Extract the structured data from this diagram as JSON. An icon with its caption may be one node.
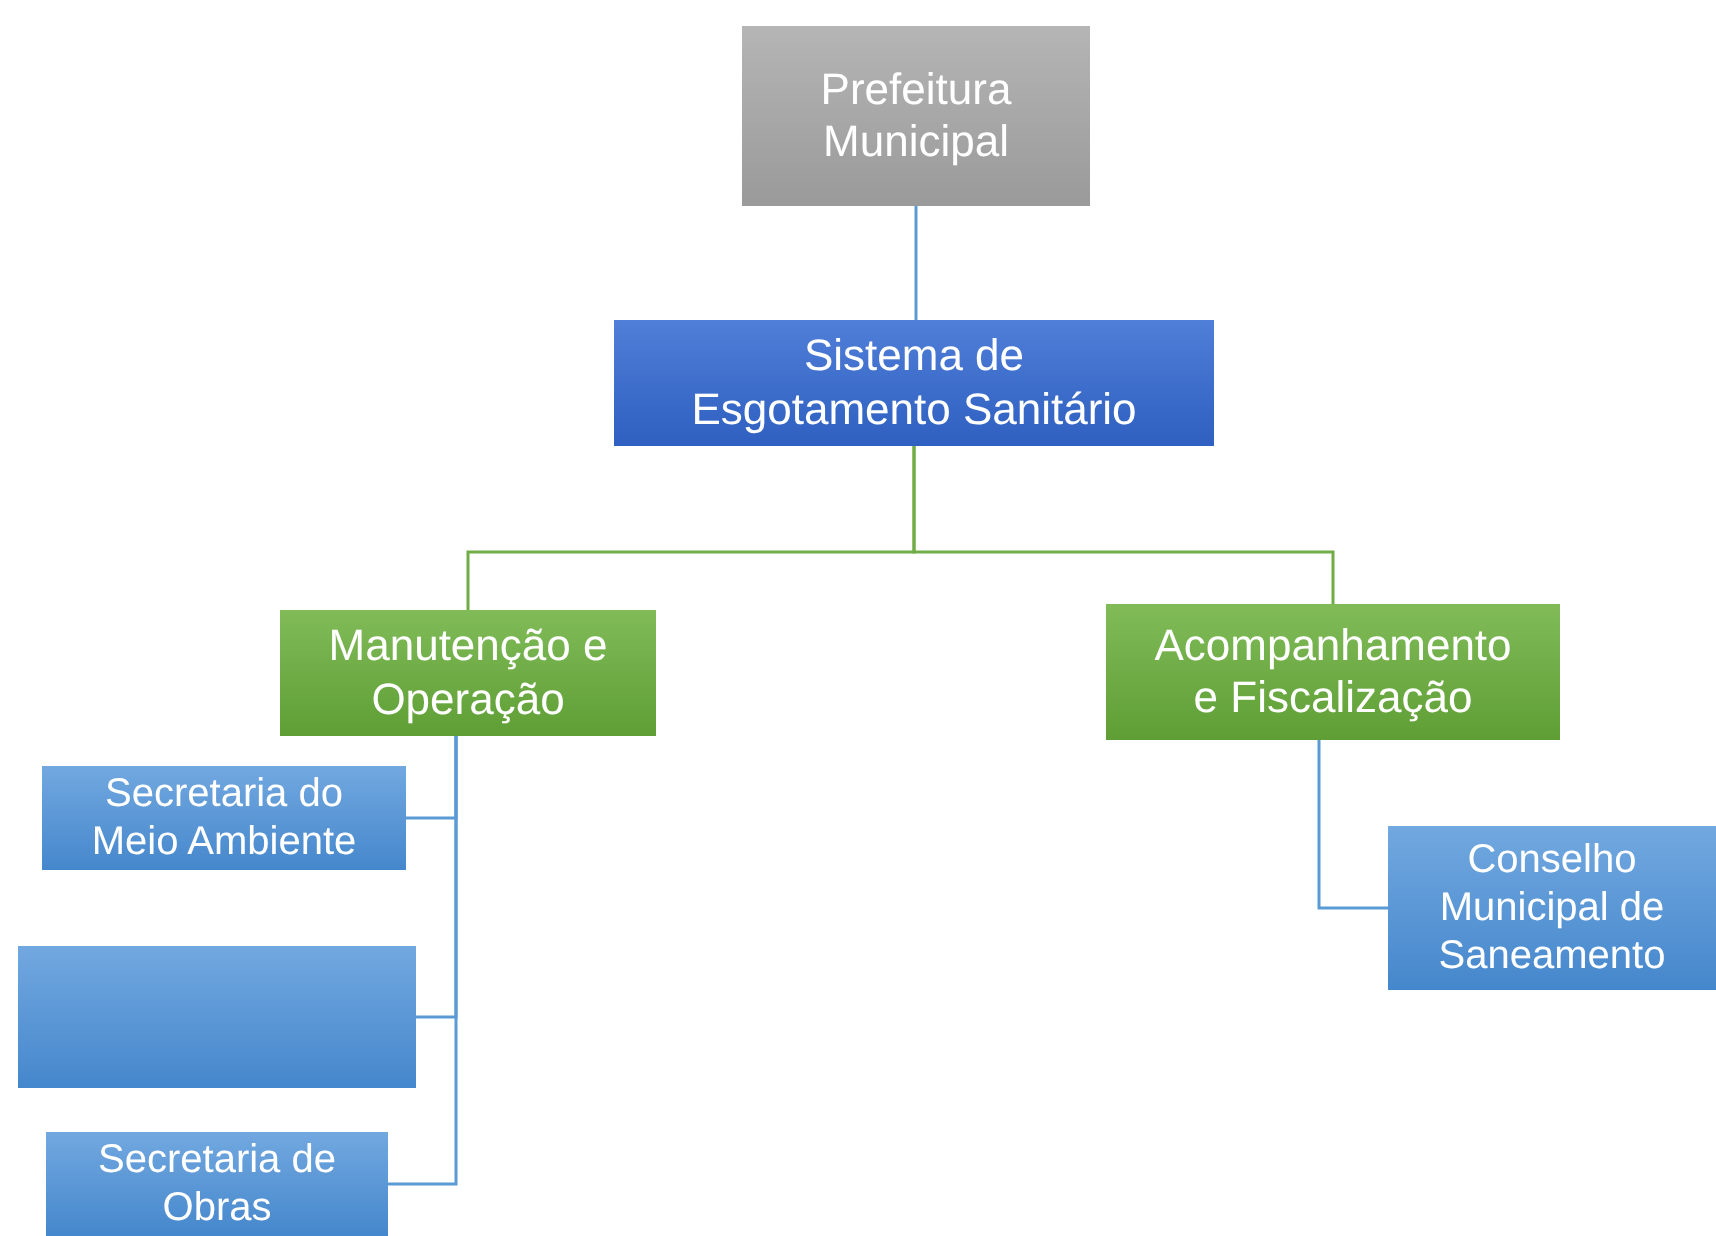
{
  "diagram": {
    "nodes": [
      {
        "text": [
          "Prefeitura Municipal"
        ]
      },
      {
        "text": [
          "Sistema de Esgotamento Sanitário"
        ]
      },
      {
        "text": [
          "Manutenção e Operação"
        ]
      },
      {
        "text": [
          "Acompanhamento e Fiscalização"
        ]
      },
      {
        "text": [
          "Secretaria do Meio Ambiente"
        ]
      },
      {
        "text": [],
        "shape": "box"
      },
      {
        "text": [
          "Secretaria de Obras"
        ]
      },
      {
        "text": [
          "Conselho Municipal de Saneamento"
        ]
      }
    ],
    "edges": [
      {
        "from": 0,
        "to": 1,
        "arrow": "none"
      },
      {
        "from": 1,
        "to": 2,
        "arrow": "none",
        "color": "#70ad47"
      },
      {
        "from": 1,
        "to": 3,
        "arrow": "none",
        "color": "#70ad47"
      },
      {
        "from": 2,
        "to": 4,
        "arrow": "none"
      },
      {
        "from": 2,
        "to": 5,
        "arrow": "none"
      },
      {
        "from": 2,
        "to": 6,
        "arrow": "none"
      },
      {
        "from": 3,
        "to": 7,
        "arrow": "none"
      }
    ]
  }
}
